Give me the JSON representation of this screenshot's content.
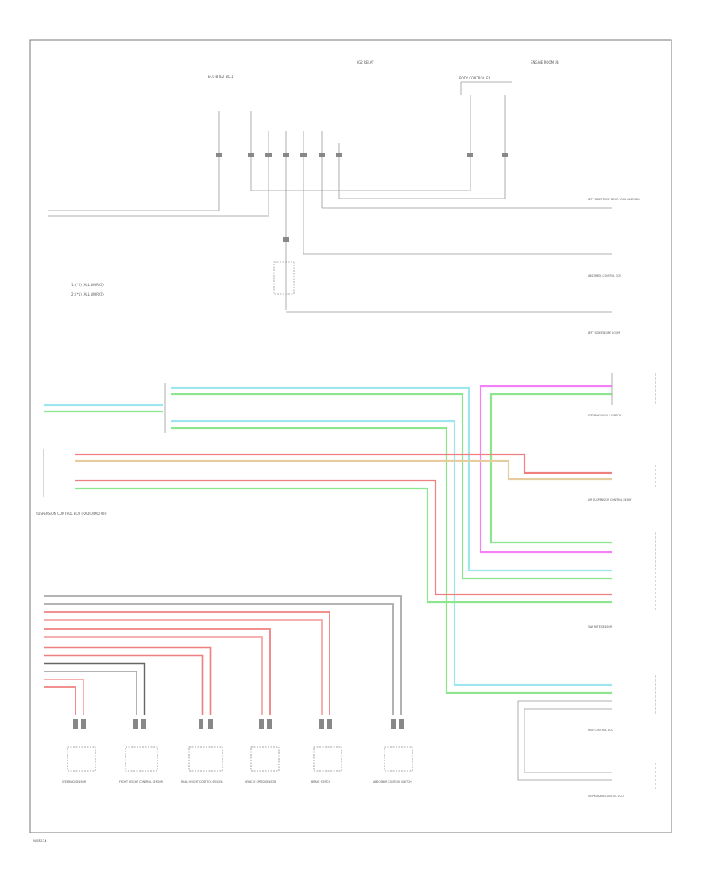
{
  "page_code": "W85234",
  "top": {
    "fuse_label": "ECU-B IG2 NO.1",
    "ecu_label": "IG2 RELAY",
    "relay_label": "BODY CONTROLLER",
    "relay_side_label": "ENGINE ROOM J/B"
  },
  "legend": {
    "item1": "1: (*2) (ALL WORKS)",
    "item2": "2: (*1) (ALL WORKS)"
  },
  "left_block_label": "SUSPENSION CONTROL ECU (RADIO/MOTOR)",
  "right_components": {
    "c1": "LEFT SIDE FRONT DOOR LOCK ASSEMBLY",
    "c2": "ABSORBER CONTROL ECU",
    "c3": "LEFT SIDE ENGINE ROOM",
    "c4": "STEERING ANGLE SENSOR",
    "c5": "AIR SUSPENSION CONTROL RELAY",
    "c6": "YAW RATE SENSOR",
    "c7": "SKID CONTROL ECU",
    "c8": "SUSPENSION CONTROL ECU"
  },
  "bottom_components": {
    "b1": "STEERING SENSOR",
    "b2": "FRONT HEIGHT CONTROL SENSOR",
    "b3": "REAR HEIGHT CONTROL SENSOR",
    "b4": "VEHICLE SPEED SENSOR",
    "b5": "BRAKE SWITCH",
    "b6": "ABSORBER CONTROL SWITCH"
  },
  "colors": {
    "cyan": "#9ee6ee",
    "green": "#8de68d",
    "red": "#f08080",
    "pink": "#f5a5a5",
    "magenta": "#f57ff5",
    "tan": "#e6cda0",
    "gray": "#aaaaaa",
    "dark": "#666666",
    "black": "#333333",
    "border": "#777777"
  }
}
